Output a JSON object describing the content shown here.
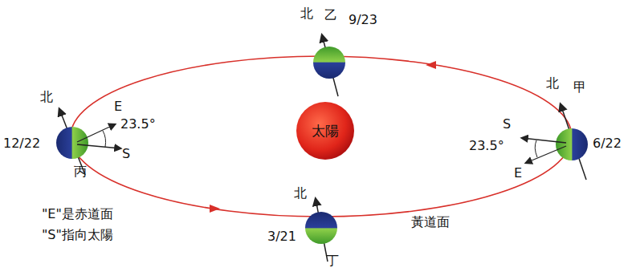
{
  "diagram": {
    "nodes": [
      {
        "text": [
          "太陽"
        ]
      }
    ],
    "labels": [
      "北",
      "12/22",
      "丙",
      "\"E\"是赤道面",
      "\"S\"指向太陽",
      "E",
      "23.5°",
      "S",
      "北",
      "乙",
      "9/23",
      "北",
      "甲",
      "6/22",
      "S",
      "23.5°",
      "E",
      "北",
      "3/21",
      "丁",
      "黃道面"
    ]
  }
}
